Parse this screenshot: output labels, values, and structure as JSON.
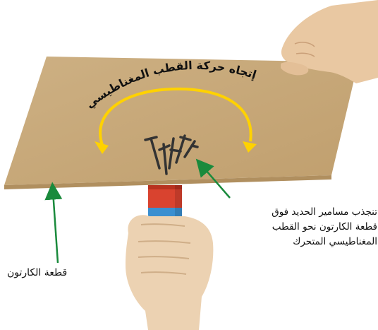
{
  "diagram": {
    "title_curved": "إتجاه حركة القطب المغناطيسي",
    "label_nails": {
      "lines": [
        "تنجذب مسامير الحديد فوق",
        "قطعة الكارتون نحو القطب",
        "المغناطيسي المتحرك"
      ]
    },
    "label_card": "قطعة الكارتون",
    "colors": {
      "card": "#c7a97a",
      "card_edge": "#b08f5f",
      "arrow_yellow": "#ffd200",
      "arrow_green": "#1a8a3c",
      "skin": "#e8c9a6",
      "magnet_red": "#d9432f",
      "magnet_blue": "#3a8fd0",
      "nail": "#3a3a3a"
    },
    "icons": [
      "hand-top-right",
      "hand-bottom",
      "bar-magnet",
      "iron-nails",
      "curved-direction-arrow",
      "pointer-arrows"
    ]
  }
}
